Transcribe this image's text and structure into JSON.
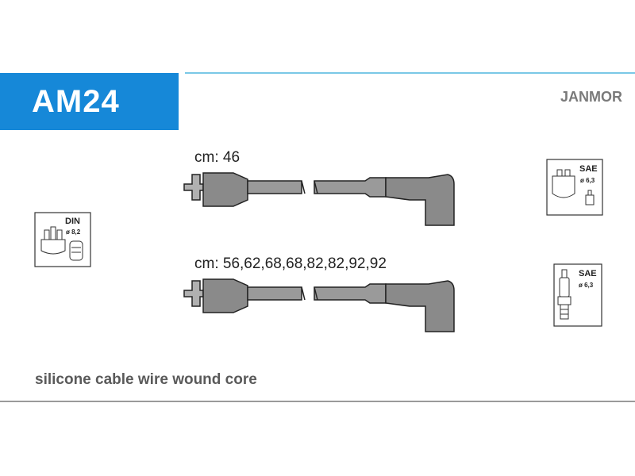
{
  "header": {
    "code": "AM24",
    "brand": "JANMOR",
    "colors": {
      "badge": "#1688d8",
      "line": "#7ac8e6"
    }
  },
  "cables": [
    {
      "label": "cm: 46"
    },
    {
      "label": "cm: 56,62,68,68,82,82,92,92"
    }
  ],
  "connectors": {
    "left": {
      "standard": "DIN",
      "diameter": "ø 8,2",
      "icon": "distributor-cap-icon"
    },
    "right_top": {
      "standard": "SAE",
      "diameter": "ø 6,3",
      "icon": "ignition-coil-icon"
    },
    "right_bottom": {
      "standard": "SAE",
      "diameter": "ø 6,3",
      "icon": "spark-plug-icon"
    }
  },
  "footer": {
    "description": "silicone cable wire wound core"
  }
}
